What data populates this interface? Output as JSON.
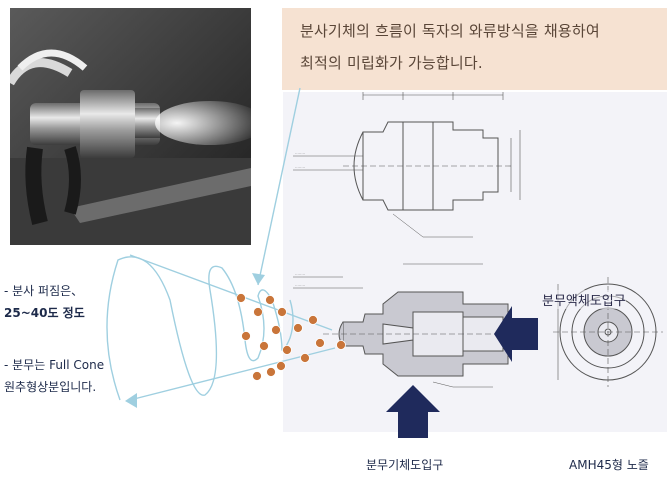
{
  "header": {
    "line1": "분사기체의 흐름이 독자의 와류방식을 채용하여",
    "line2": "최적의 미립화가 가능합니다."
  },
  "bullets": {
    "angle_line1": "- 분사 퍼짐은、",
    "angle_line2": "25~40도 정도",
    "cone_line1": "- 분무는 Full Cone",
    "cone_line2": "원추형상분입니다."
  },
  "labels": {
    "liquid_inlet": "분무액체도입구",
    "gas_inlet": "분무기체도입구",
    "model": "AMH45형 노즐"
  },
  "colors": {
    "arrow": "#1f2a5c",
    "droplet": "#c9753a",
    "spiral": "#9fcfe0",
    "header_bg": "#f6e2d2"
  },
  "icons": [
    "right-arrow-icon",
    "up-arrow-icon"
  ]
}
